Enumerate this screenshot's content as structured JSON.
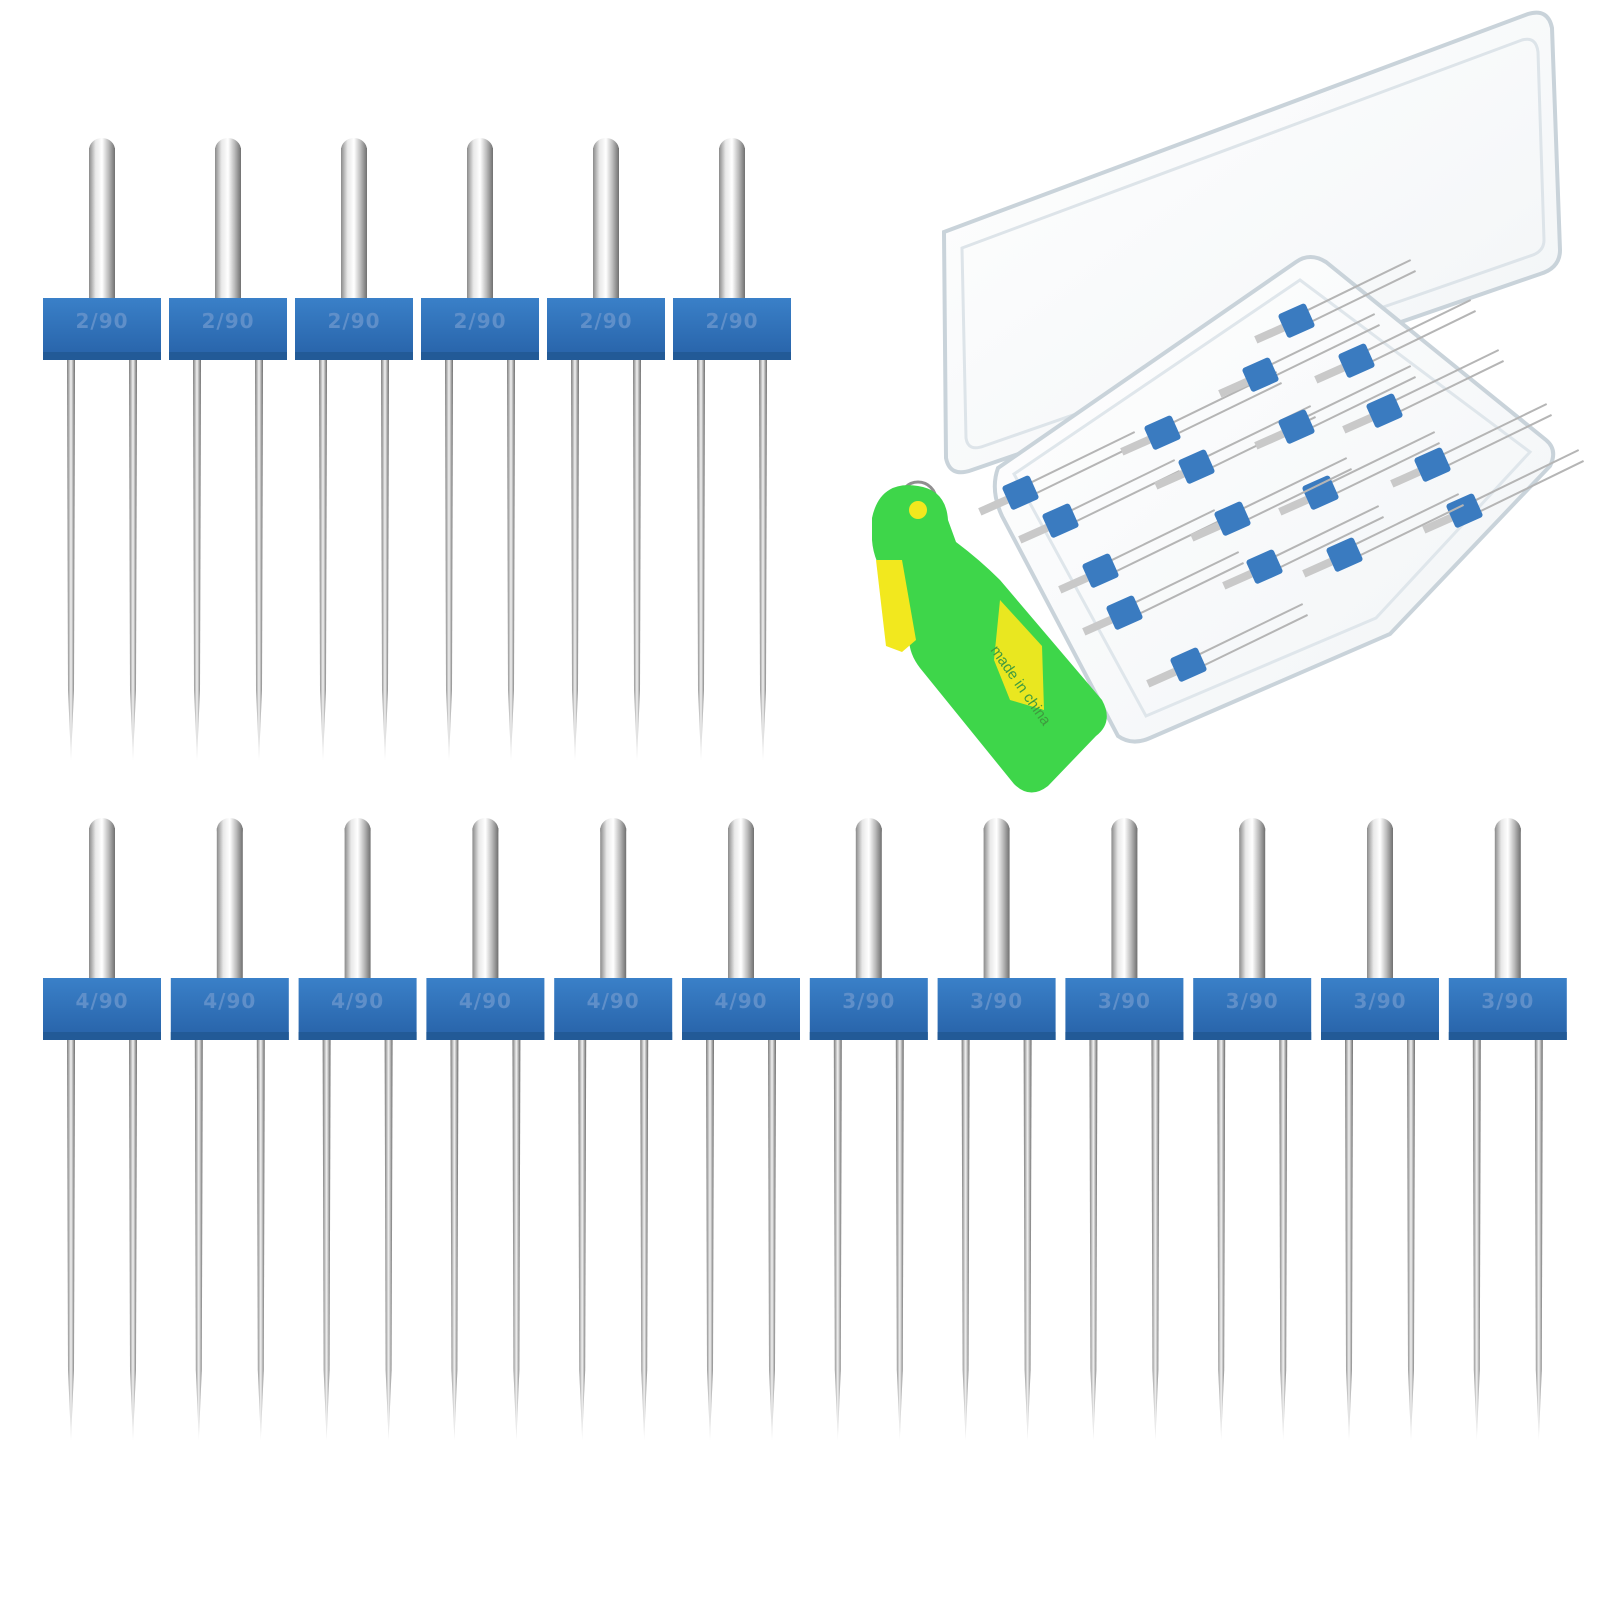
{
  "colors": {
    "shank_light": "#f4f4f4",
    "shank_dark": "#8a8a8a",
    "block_blue": "#2f74bd",
    "block_blue_dark": "#225a97",
    "label_emboss": "#5f8fc9",
    "threader_green": "#3ed64a",
    "threader_yellow": "#f2e81e",
    "box_edge": "#c9d3da"
  },
  "top_row": {
    "labels": [
      "2/90",
      "2/90",
      "2/90",
      "2/90",
      "2/90",
      "2/90"
    ]
  },
  "bottom_row": {
    "labels": [
      "4/90",
      "4/90",
      "4/90",
      "4/90",
      "4/90",
      "4/90",
      "3/90",
      "3/90",
      "3/90",
      "3/90",
      "3/90",
      "3/90"
    ]
  },
  "threader": {
    "text": "made in china"
  }
}
